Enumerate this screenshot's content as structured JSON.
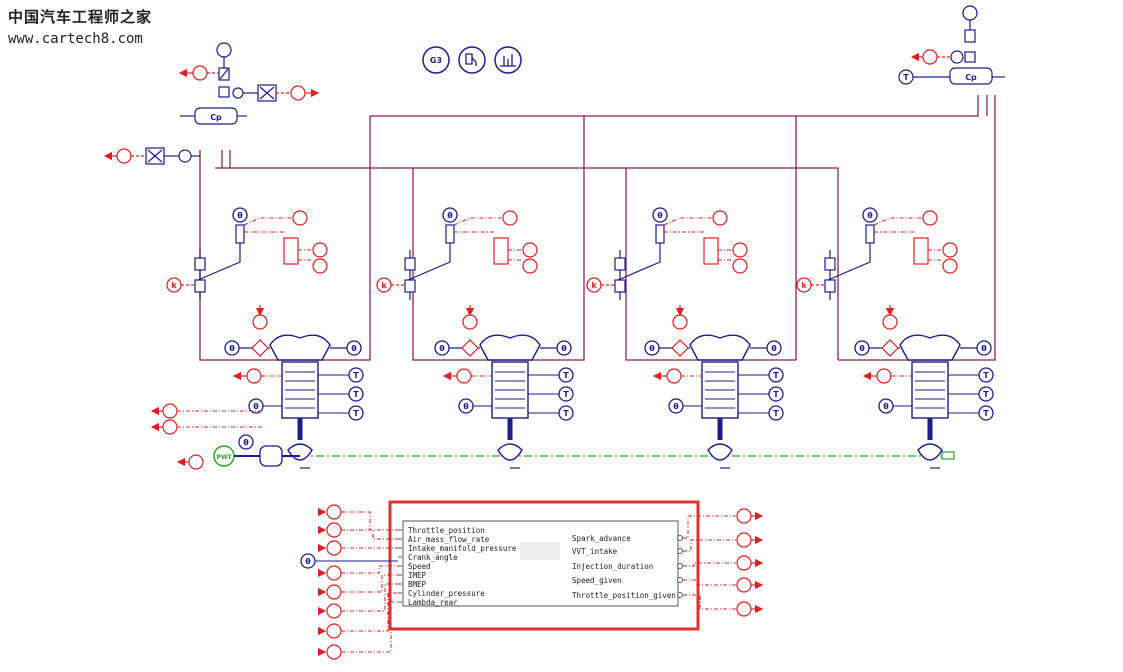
{
  "watermark": {
    "title": "中国汽车工程师之家",
    "url": "www.cartech8.com"
  },
  "icons": {
    "g3": "G3",
    "cp": "Cp",
    "sensor_T": "T",
    "sensor_k": "k",
    "sensor_theta": "θ",
    "pwt": "PWT"
  },
  "controller": {
    "inputs": [
      "Throttle_position",
      "Air_mass_flow_rate",
      "Intake_manifold_pressure",
      "Crank_angle",
      "Speed",
      "IMEP",
      "BMEP",
      "Cylinder_pressure",
      "Lambda_rear"
    ],
    "outputs": [
      "Spark_advance",
      "VVT_intake",
      "Injection_duration",
      "Speed_given",
      "Throttle_position_given"
    ]
  },
  "colors": {
    "wire": "#8b2252",
    "hw": "#1c1c8a",
    "signal": "#e02020",
    "mech": "#22aa22",
    "highlight": "#e03030"
  }
}
